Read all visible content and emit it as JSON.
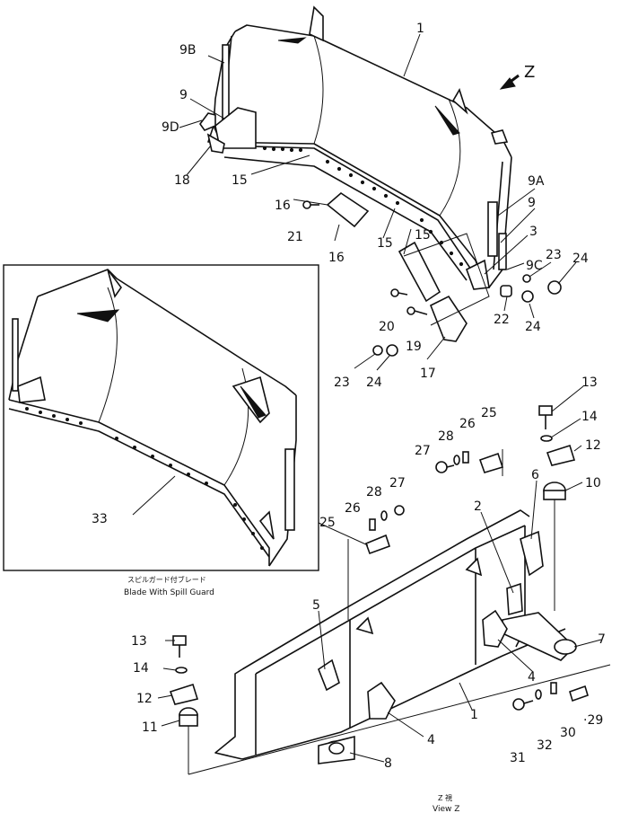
{
  "labels": {
    "p1a": "1",
    "p1b": "1",
    "p2": "2",
    "p3": "3",
    "p4a": "4",
    "p4b": "4",
    "p6": "6",
    "p7": "7",
    "p8": "8",
    "p9": "9",
    "p9b": "9",
    "p9A": "9A",
    "p9B": "9B",
    "p9C": "9C",
    "p9D": "9D",
    "p10": "10",
    "p11": "11",
    "p12a": "12",
    "p12b": "12",
    "p13a": "13",
    "p13b": "13",
    "p14a": "14",
    "p14b": "14",
    "p15a": "15",
    "p15b": "15",
    "p15c": "15",
    "p16a": "16",
    "p16b": "16",
    "p17": "17",
    "p18": "18",
    "p19": "19",
    "p20": "20",
    "p21": "21",
    "p22": "22",
    "p23a": "23",
    "p23b": "23",
    "p24a": "24",
    "p24b": "24",
    "p24c": "24",
    "p25a": "25",
    "p25b": "25",
    "p26a": "26",
    "p26b": "26",
    "p27a": "27",
    "p27b": "27",
    "p28a": "28",
    "p28b": "28",
    "p29": "·29",
    "p30": "30",
    "p31": "31",
    "p32": "32",
    "p33": "33",
    "p5": "5",
    "zarrow": "Z"
  },
  "inset_caption_jp": "スピルガード付ブレード",
  "inset_caption_en": "Blade With Spill Guard",
  "view_caption_jp": "Z 視",
  "view_caption_en": "View Z"
}
